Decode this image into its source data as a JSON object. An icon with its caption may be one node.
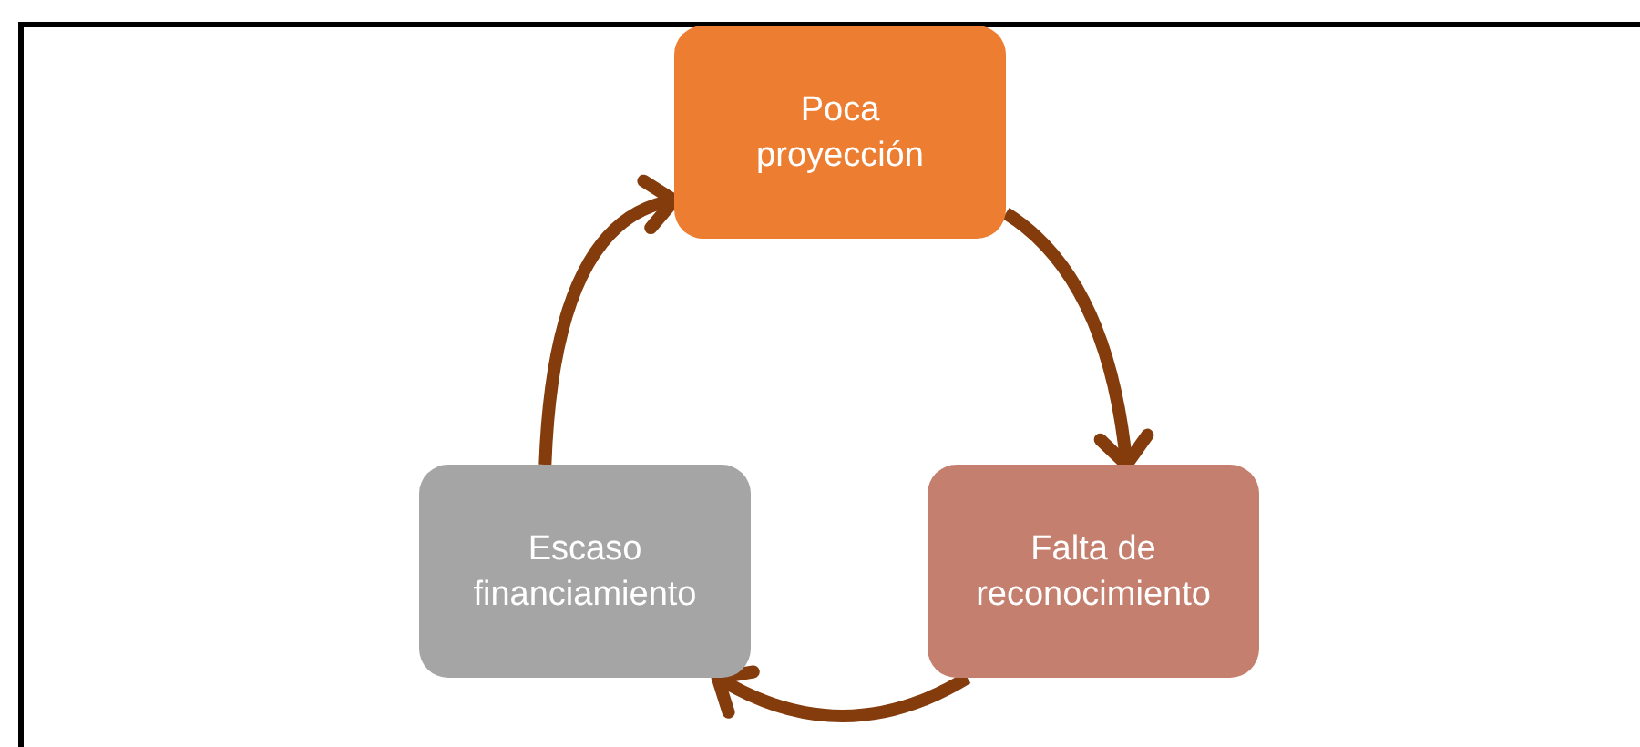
{
  "diagram": {
    "nodes": [
      {
        "text": [
          "Poca proyección"
        ]
      },
      {
        "text": [
          "Falta de reconocimiento"
        ]
      },
      {
        "text": [
          "Escaso financiamiento"
        ]
      }
    ],
    "edges": [
      {
        "from": 0,
        "to": 1,
        "arrow": "to"
      },
      {
        "from": 1,
        "to": 2,
        "arrow": "to"
      },
      {
        "from": 2,
        "to": 0,
        "arrow": "to"
      }
    ]
  }
}
